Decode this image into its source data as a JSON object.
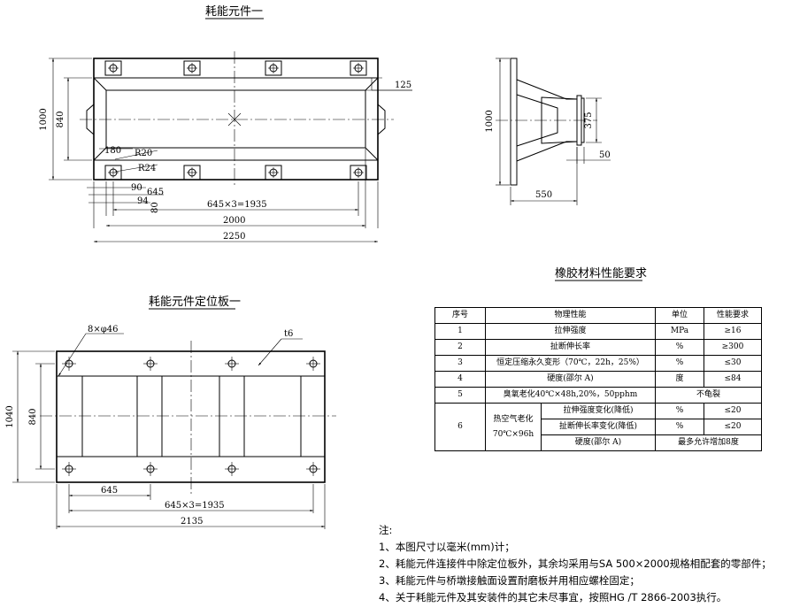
{
  "drawing1": {
    "title": "耗能元件一",
    "dims": {
      "h1000": "1000",
      "h840": "840",
      "d125": "125",
      "d180": "180",
      "r20": "R20",
      "r24": "R24",
      "d90": "90",
      "d645": "645",
      "d94": "94",
      "d80": "80",
      "pitch": "645×3=1935",
      "d2000": "2000",
      "d2250": "2250"
    }
  },
  "section": {
    "dims": {
      "h1000": "1000",
      "d375": "375",
      "d50": "50",
      "d550": "550"
    }
  },
  "drawing2": {
    "title": "耗能元件定位板一",
    "dims": {
      "holes": "8×φ46",
      "t6": "t6",
      "h1040": "1040",
      "h840": "840",
      "d645": "645",
      "pitch": "645×3=1935",
      "d2135": "2135"
    }
  },
  "table": {
    "title": "橡胶材料性能要求",
    "header": {
      "no": "序号",
      "prop": "物理性能",
      "unit": "单位",
      "req": "性能要求"
    },
    "rows": [
      {
        "no": "1",
        "prop": "拉伸强度",
        "unit": "MPa",
        "req": "≥16"
      },
      {
        "no": "2",
        "prop": "扯断伸长率",
        "unit": "%",
        "req": "≥300"
      },
      {
        "no": "3",
        "prop": "恒定压缩永久变形（70℃，22h，25%）",
        "unit": "%",
        "req": "≤30"
      },
      {
        "no": "4",
        "prop": "硬度(邵尔 A)",
        "unit": "度",
        "req": "≤84"
      },
      {
        "no": "5",
        "prop": "臭氧老化40℃×48h,20%，50pphm",
        "req": "不龟裂"
      }
    ],
    "row6": {
      "no": "6",
      "group_line1": "热空气老化",
      "group_line2": "70℃×96h",
      "sub": [
        {
          "prop": "拉伸强度变化(降低)",
          "unit": "%",
          "req": "≤20"
        },
        {
          "prop": "扯断伸长率变化(降低)",
          "unit": "%",
          "req": "≤20"
        },
        {
          "prop": "硬度(邵尔 A)",
          "req": "最多允许增加8度"
        }
      ]
    }
  },
  "notes": {
    "heading": "注:",
    "items": [
      "1、本图尺寸以毫米(mm)计；",
      "2、耗能元件连接件中除定位板外，其余均采用与SA 500×2000规格相配套的零部件；",
      "3、耗能元件与桥墩接触面设置耐磨板并用相应螺栓固定；",
      "4、关于耗能元件及其安装件的其它未尽事宜，按照HG /T 2866-2003执行。"
    ]
  }
}
